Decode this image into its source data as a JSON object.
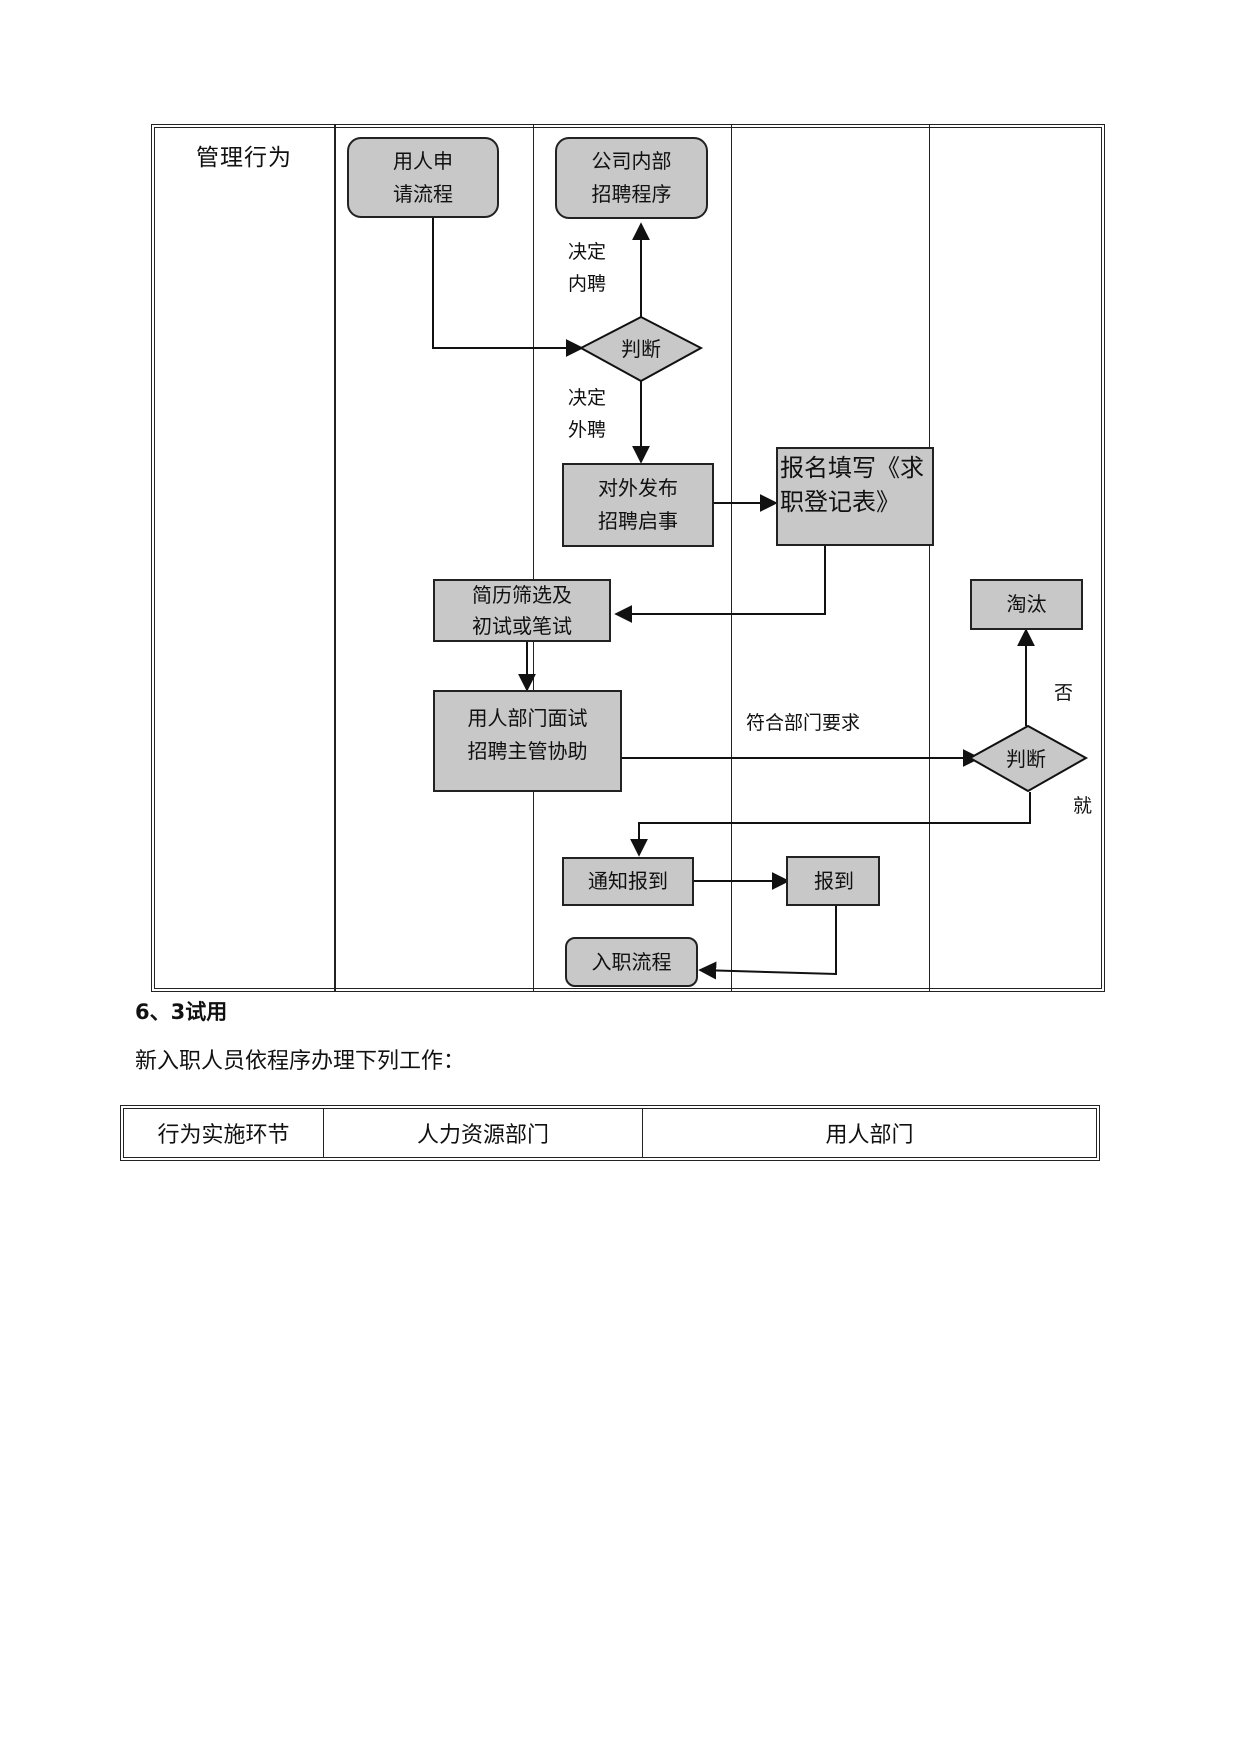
{
  "flowchart": {
    "lane_title": "管理行为",
    "boxes": {
      "apply": "用人申\n请流程",
      "internal": "公司内部\n招聘程序",
      "publish": "对外发布\n招聘启事",
      "register": "报名填写《求\n职登记表》",
      "screen": "简历筛选及\n初试或笔试",
      "interview": "用人部门面试\n招聘主管协助",
      "eliminate": "淘汰",
      "notify": "通知报到",
      "report": "报到",
      "onboard": "入职流程"
    },
    "decisions": {
      "first": "判断",
      "second": "判断"
    },
    "labels": {
      "internal_hire": "决定\n内聘",
      "external_hire": "决定\n外聘",
      "meets_requirements": "符合部门要求",
      "no": "否",
      "yes": "就"
    },
    "colors": {
      "box_fill": "#c8c8c8",
      "line": "#111111"
    }
  },
  "section": {
    "heading": "6、3试用",
    "intro": "新入职人员依程序办理下列工作："
  },
  "table": {
    "headers": [
      "行为实施环节",
      "人力资源部门",
      "用人部门"
    ]
  }
}
